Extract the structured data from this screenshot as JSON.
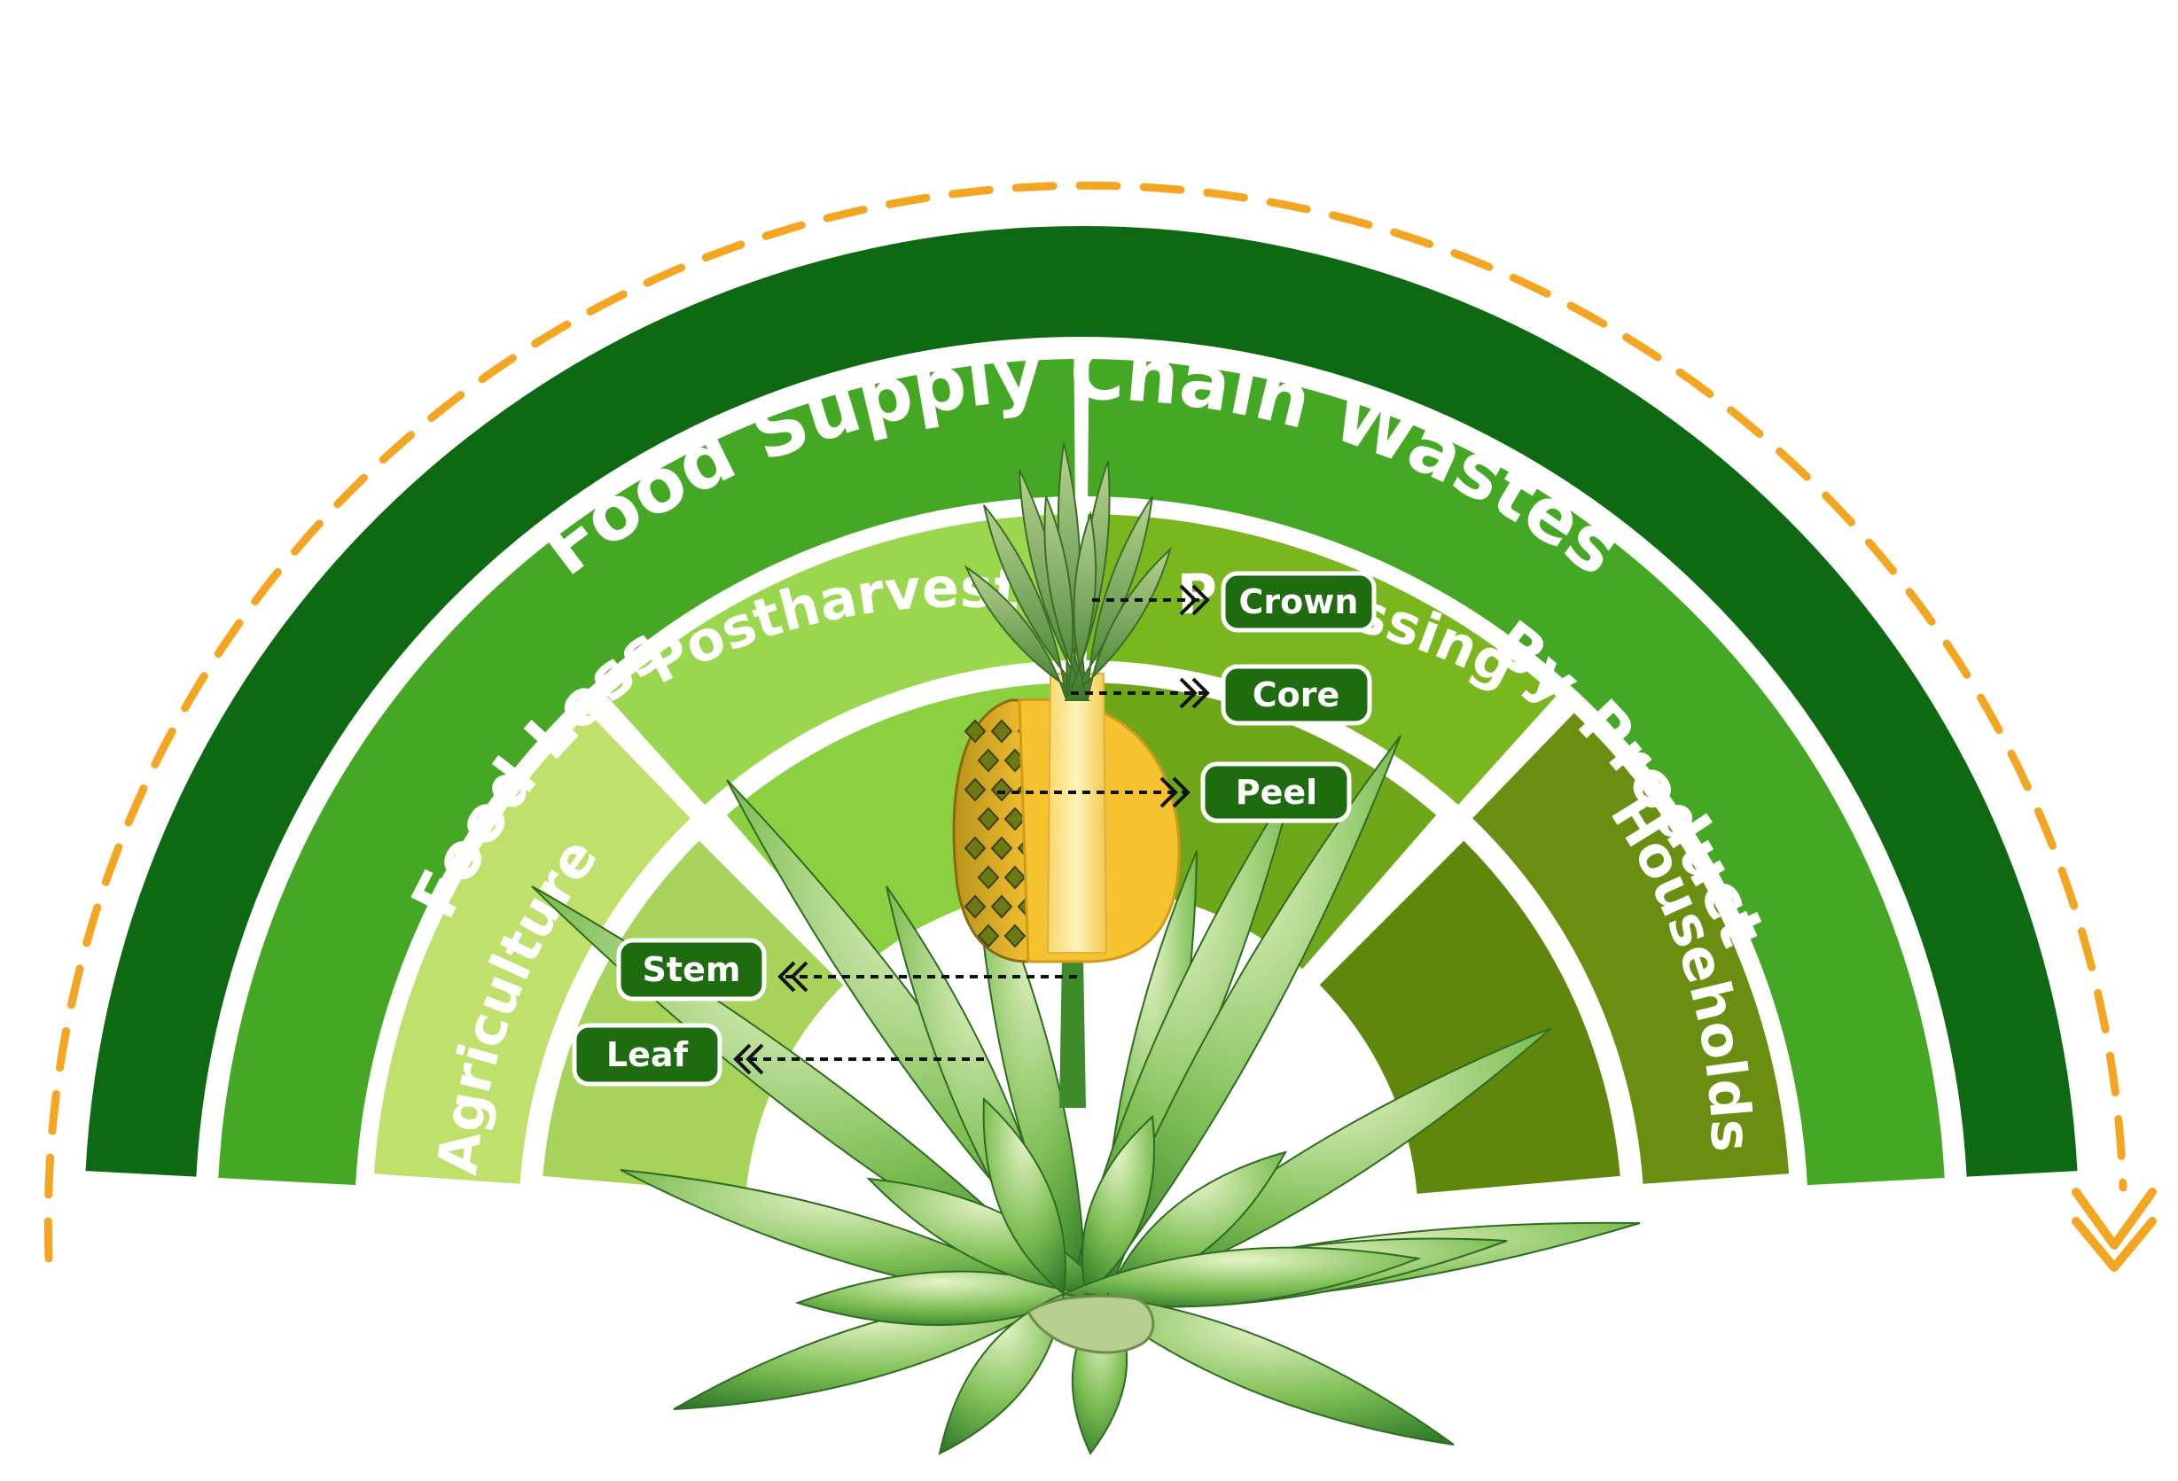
{
  "title": "Food Supply Chain Wastes",
  "categories": {
    "food_loss": "Food Loss",
    "by_product": "By-Product"
  },
  "stages": {
    "agriculture": "Agriculture",
    "postharvest": "Postharvest",
    "processing": "Processing",
    "households": "Households"
  },
  "parts": {
    "crown": "Crown",
    "core": "Core",
    "peel": "Peel",
    "stem": "Stem",
    "leaf": "Leaf"
  },
  "colors": {
    "outer_ring": "#0e6a12",
    "middle_ring": "#45a824",
    "agriculture": "#bfe06a",
    "agriculture_inner": "#a8d35a",
    "postharvest": "#9ad64e",
    "postharvest_inner": "#8bd040",
    "processing": "#7ab61e",
    "processing_inner": "#6ea81a",
    "households": "#6a8f10",
    "households_inner": "#5e870c",
    "tag": "#1f6b10",
    "dashed_arrow": "#f4a623"
  }
}
